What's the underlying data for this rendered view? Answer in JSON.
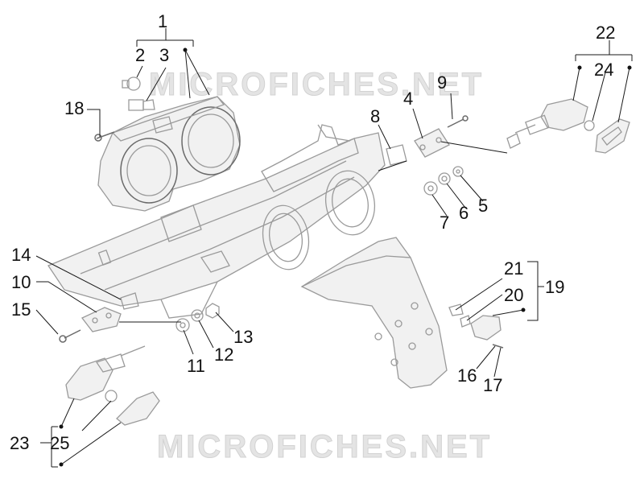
{
  "watermark": {
    "top": "MICROFICHES.NET",
    "bottom": "MICROFICHES.NET"
  },
  "callouts": {
    "c1": "1",
    "c2": "2",
    "c3": "3",
    "c4": "4",
    "c5": "5",
    "c6": "6",
    "c7": "7",
    "c8": "8",
    "c9": "9",
    "c10": "10",
    "c11": "11",
    "c12": "12",
    "c13": "13",
    "c14": "14",
    "c15": "15",
    "c16": "16",
    "c17": "17",
    "c18": "18",
    "c19": "19",
    "c20": "20",
    "c21": "21",
    "c22": "22",
    "c23": "23",
    "c24": "24",
    "c25": "25"
  }
}
